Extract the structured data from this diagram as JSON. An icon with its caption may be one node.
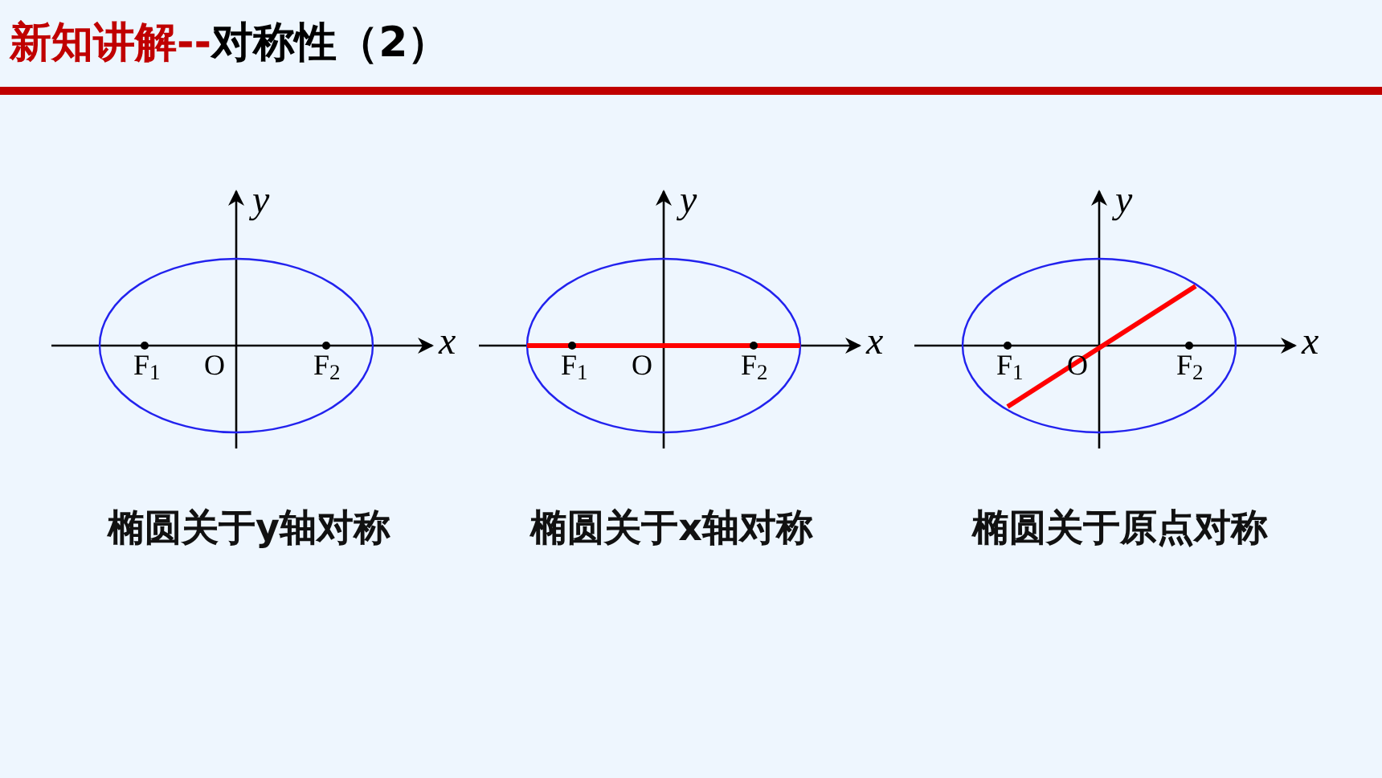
{
  "diagram": {
    "labels": [
      "新知讲解--",
      "对称性（2）",
      "y",
      "x",
      "F$_{1}$",
      "O",
      "F$_{2}$",
      "y",
      "x",
      "F$_{1}$",
      "O",
      "F$_{2}$",
      "y",
      "x",
      "F$_{1}$",
      "O",
      "F$_{2}$",
      "椭圆关于y轴对称",
      "椭圆关于x轴对称",
      "椭圆关于原点对称"
    ]
  }
}
